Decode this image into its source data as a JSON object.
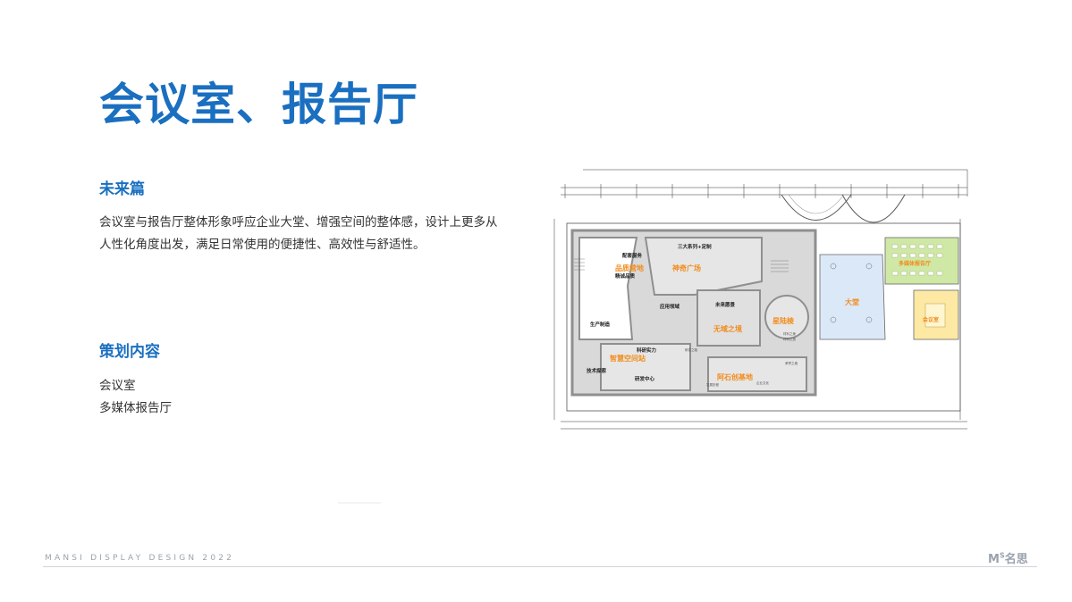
{
  "page": {
    "title": "会议室、报告厅",
    "sections": [
      {
        "heading": "未来篇",
        "paragraph": "会议室与报告厅整体形象呼应企业大堂、增强空间的整体感，设计上更多从人性化角度出发，满足日常使用的便捷性、高效性与舒适性。"
      },
      {
        "heading": "策划内容",
        "items": [
          "会议室",
          "多媒体报告厅"
        ]
      }
    ],
    "footer": {
      "tagline": "MANSI DISPLAY DESIGN 2022",
      "logo_mark": "M",
      "logo_sup": "S",
      "logo_text": "名思"
    }
  },
  "floor_plan": {
    "orange_labels": {
      "brand": "品质营地",
      "rich": "神奇广场",
      "dome": "星陆棱",
      "wisdom": "智慧空间站",
      "boundless": "无域之境",
      "base": "阿石创基地",
      "hall": "大堂",
      "meeting": "会议室",
      "report": "多媒体报告厅"
    },
    "black_labels": {
      "service": "配套服务",
      "products": "精诚品质",
      "series": "三大系列+定制",
      "app": "应用领域",
      "future": "未来愿景",
      "prod": "生产制造",
      "sci": "科研实力",
      "tech": "技术探索",
      "rd": "研发中心"
    },
    "small_labels": {
      "s1": "材料之美",
      "s2": "材料之旅",
      "s3": "研发之路",
      "s4": "荣誉之墙",
      "s5": "企业文化",
      "s6": "发展历程"
    },
    "colors": {
      "wall": "#8f8f8f",
      "floor": "#d9d9d9",
      "lobby": "#dbe8f7",
      "meeting_green": "#cfe8a6",
      "meeting_yellow": "#fde9a4",
      "label_orange": "#f28c1c"
    }
  }
}
